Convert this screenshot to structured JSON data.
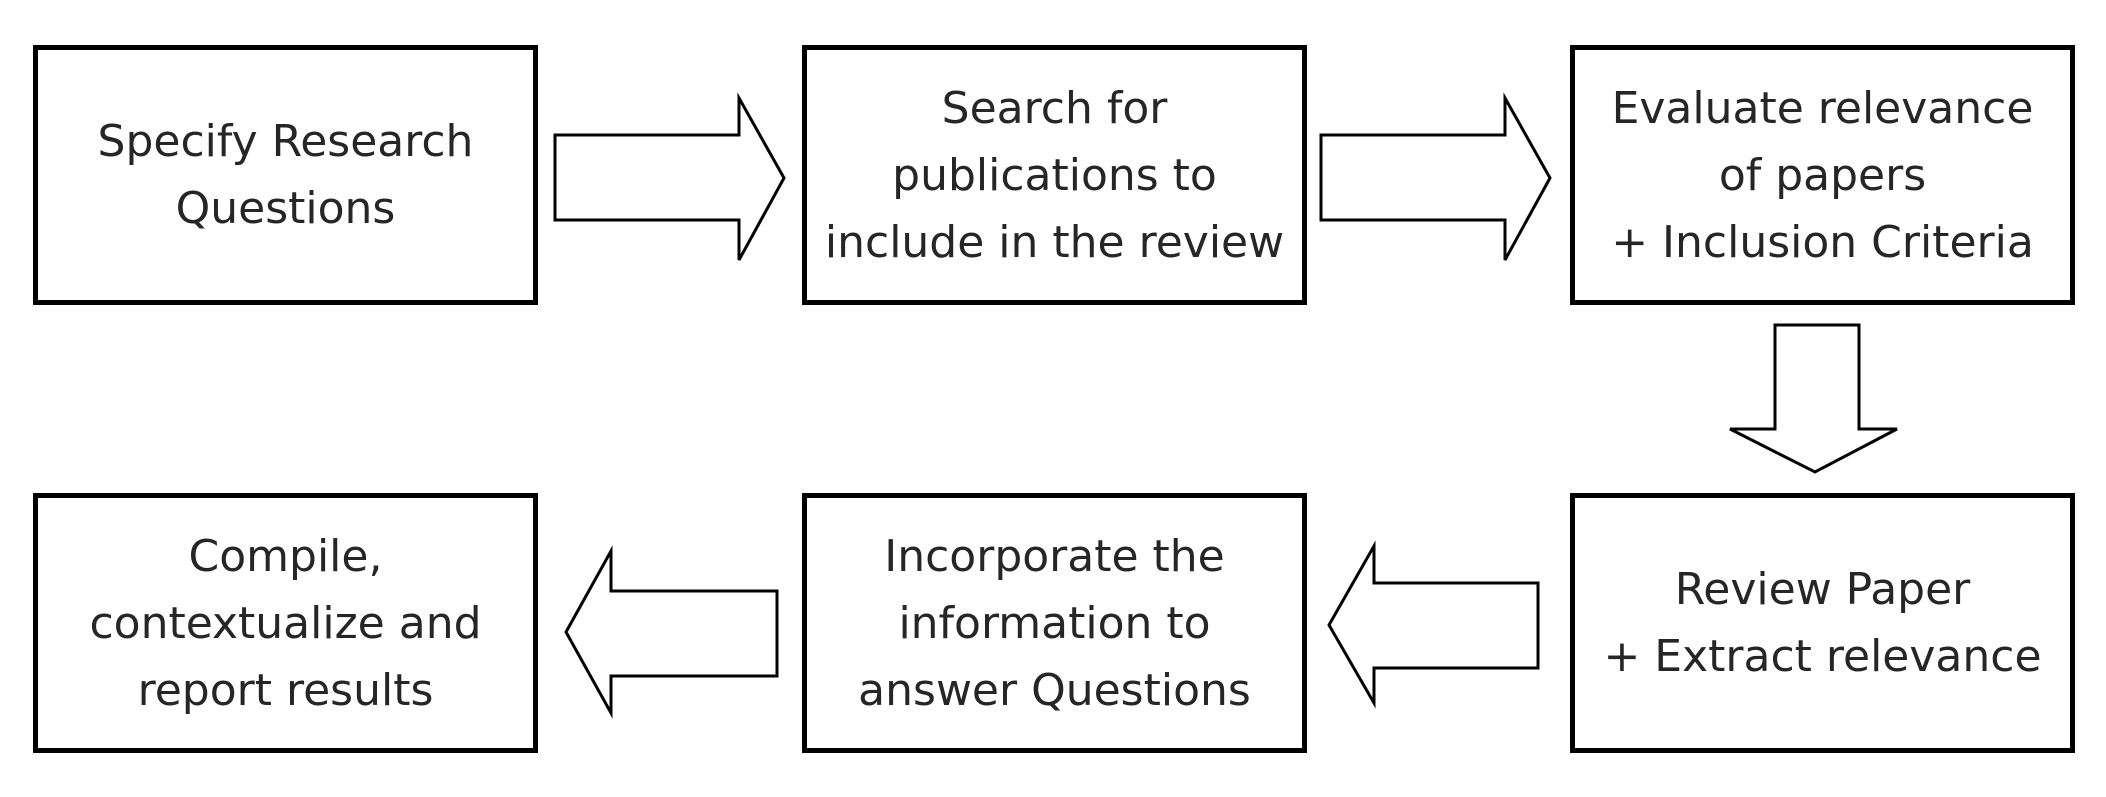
{
  "diagram": {
    "steps": [
      {
        "id": "specify",
        "label": "Specify Research\nQuestions"
      },
      {
        "id": "search",
        "label": "Search for\npublications to\ninclude in the review"
      },
      {
        "id": "evaluate",
        "label": "Evaluate relevance\nof papers\n+ Inclusion Criteria"
      },
      {
        "id": "review",
        "label": "Review Paper\n+ Extract relevance"
      },
      {
        "id": "incorporate",
        "label": "Incorporate the\ninformation to\nanswer Questions"
      },
      {
        "id": "compile",
        "label": "Compile,\ncontextualize and\nreport results"
      }
    ],
    "arrows": [
      {
        "from": "specify",
        "to": "search",
        "direction": "right"
      },
      {
        "from": "search",
        "to": "evaluate",
        "direction": "right"
      },
      {
        "from": "evaluate",
        "to": "review",
        "direction": "down"
      },
      {
        "from": "review",
        "to": "incorporate",
        "direction": "left"
      },
      {
        "from": "incorporate",
        "to": "compile",
        "direction": "left"
      }
    ],
    "colors": {
      "border": "#000000",
      "text": "#262626",
      "background": "#ffffff"
    }
  }
}
